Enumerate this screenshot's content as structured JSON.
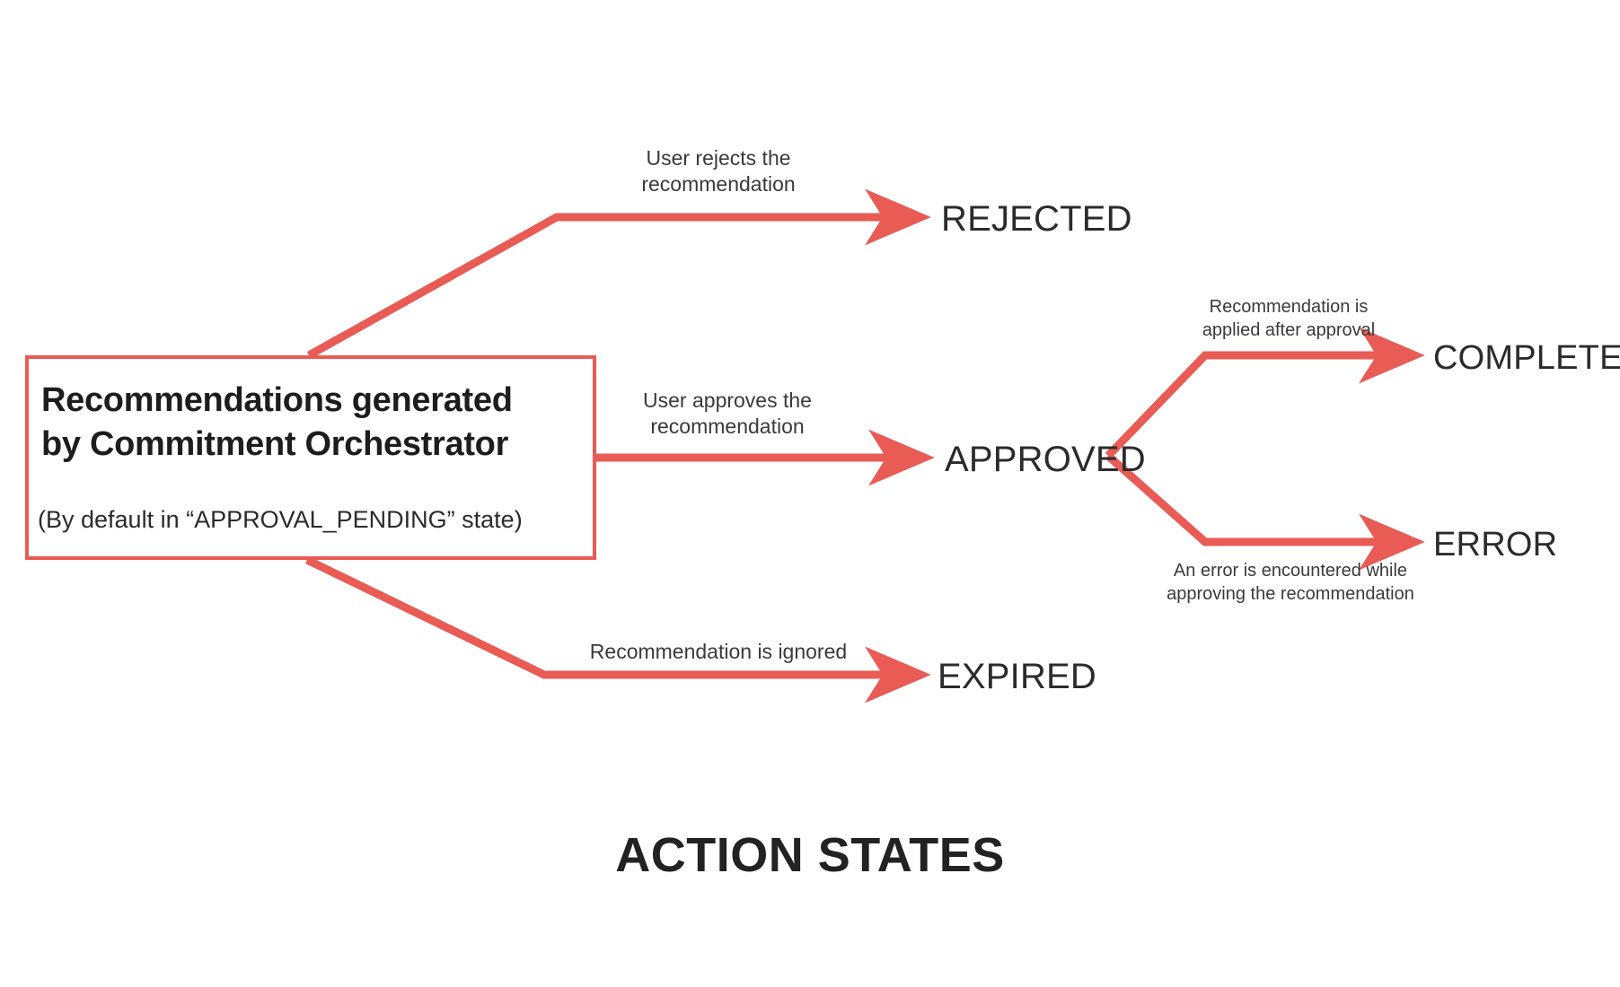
{
  "diagram": {
    "title": "ACTION STATES",
    "accent_color": "#e95b55",
    "text_color": "#2b2b2b",
    "background": "#ffffff",
    "type": "state-flow"
  },
  "source_node": {
    "name": "recommendations-source",
    "title": "Recommendations generated\nby Commitment Orchestrator",
    "subtitle": "(By default in “APPROVAL_PENDING” state)",
    "border_color": "#e95b55"
  },
  "states": [
    {
      "id": "rejected",
      "label": "REJECTED"
    },
    {
      "id": "approved",
      "label": "APPROVED"
    },
    {
      "id": "expired",
      "label": "EXPIRED"
    },
    {
      "id": "completed",
      "label": "COMPLETED"
    },
    {
      "id": "error",
      "label": "ERROR"
    }
  ],
  "transitions": [
    {
      "id": "to-rejected",
      "from": "recommendations-source",
      "to": "rejected",
      "label": "User rejects the\nrecommendation",
      "size": "main"
    },
    {
      "id": "to-approved",
      "from": "recommendations-source",
      "to": "approved",
      "label": "User approves the\nrecommendation",
      "size": "main"
    },
    {
      "id": "to-expired",
      "from": "recommendations-source",
      "to": "expired",
      "label": "Recommendation is ignored",
      "size": "main"
    },
    {
      "id": "to-completed",
      "from": "approved",
      "to": "completed",
      "label": "Recommendation is\napplied after approval",
      "size": "small"
    },
    {
      "id": "to-error",
      "from": "approved",
      "to": "error",
      "label": "An error is encountered while\napproving the recommendation",
      "size": "small"
    }
  ]
}
